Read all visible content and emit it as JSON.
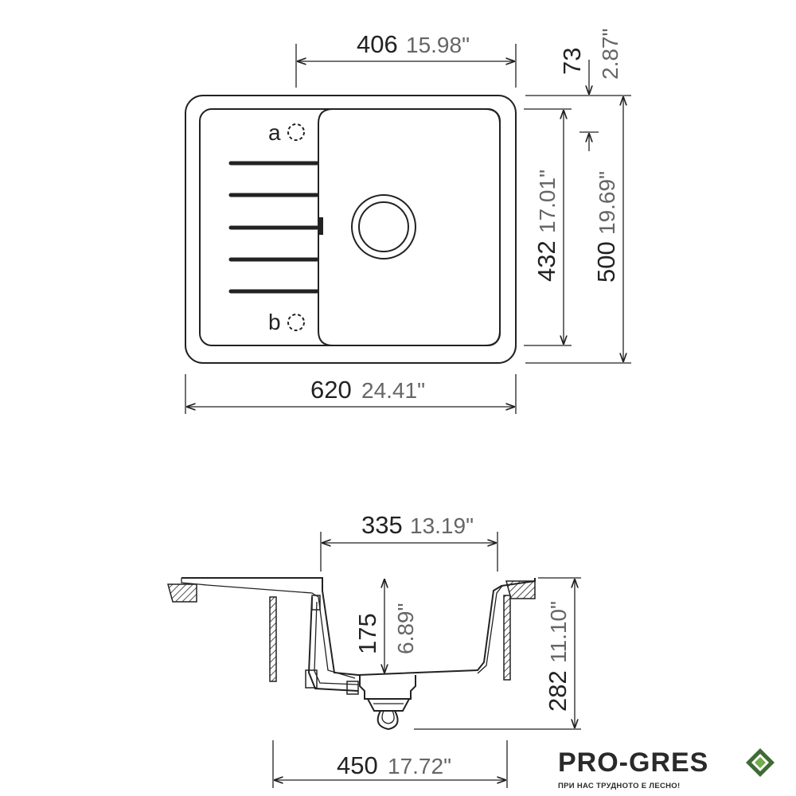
{
  "top_view": {
    "width_mm": "620",
    "width_in": "24.41\"",
    "bowl_width_mm": "406",
    "bowl_width_in": "15.98\"",
    "depth_mm": "500",
    "depth_in": "19.69\"",
    "bowl_depth_mm": "432",
    "bowl_depth_in": "17.01\"",
    "offset_mm": "73",
    "offset_in": "2.87\"",
    "hole_a": "a",
    "hole_b": "b"
  },
  "side_view": {
    "bowl_width_mm": "335",
    "bowl_width_in": "13.19\"",
    "bowl_height_mm": "175",
    "bowl_height_in": "6.89\"",
    "total_height_mm": "282",
    "total_height_in": "11.10\"",
    "cabinet_mm": "450",
    "cabinet_in": "17.72\""
  },
  "brand": {
    "name": "PRO-GRES",
    "tagline": "ПРИ НАС ТРУДНОТО Е ЛЕСНО!",
    "colors": {
      "text": "#2a2a2a",
      "diamond_dark": "#3f6b34",
      "diamond_light": "#6fae4a"
    }
  }
}
